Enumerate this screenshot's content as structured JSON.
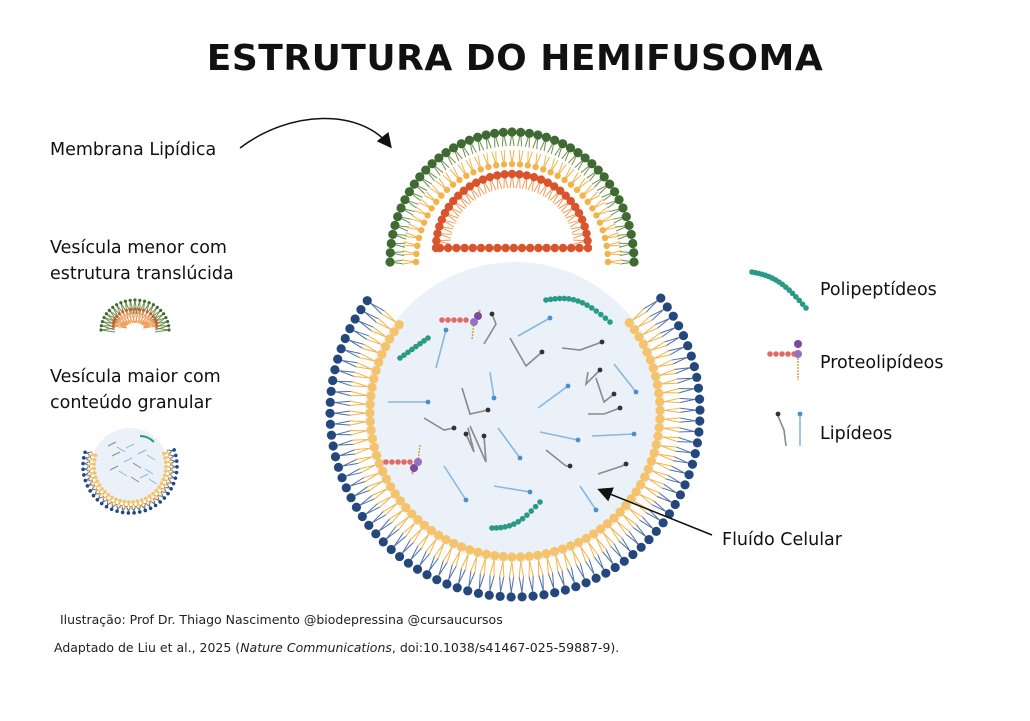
{
  "title": "ESTRUTURA DO HEMIFUSOMA",
  "labels": {
    "membrana": "Membrana Lipídica",
    "vesicula_menor_1": "Vesícula menor com",
    "vesicula_menor_2": "estrutura translúcida",
    "vesicula_maior_1": "Vesícula maior com",
    "vesicula_maior_2": "conteúdo granular",
    "fluido": "Fluído Celular"
  },
  "legend": [
    {
      "label": "Polipeptídeos",
      "icon": "polypeptide-icon"
    },
    {
      "label": "Proteolipídeos",
      "icon": "proteolipid-icon"
    },
    {
      "label": "Lipídeos",
      "icon": "lipid-icon"
    }
  ],
  "credits": {
    "line1": "Ilustração: Prof Dr. Thiago Nascimento @biodepressina @cursaucursos",
    "line2_prefix": "Adaptado de Liu et al., 2025 (",
    "line2_journal": "Nature Communications",
    "line2_suffix": ", doi:10.1038/s41467-025-59887-9)."
  },
  "colors": {
    "outer_green": "#3f6b33",
    "outer_blue": "#24487e",
    "middle_orange": "#f5c36b",
    "inner_red": "#d9532c",
    "interior_fill": "#eaf1f8",
    "polypeptide": "#2a9a86",
    "lipid_blue": "#8ab7de",
    "lipid_gray": "#8a8a8a",
    "proteo_purple": "#7b4aa0",
    "proteo_red": "#e06a6a"
  }
}
